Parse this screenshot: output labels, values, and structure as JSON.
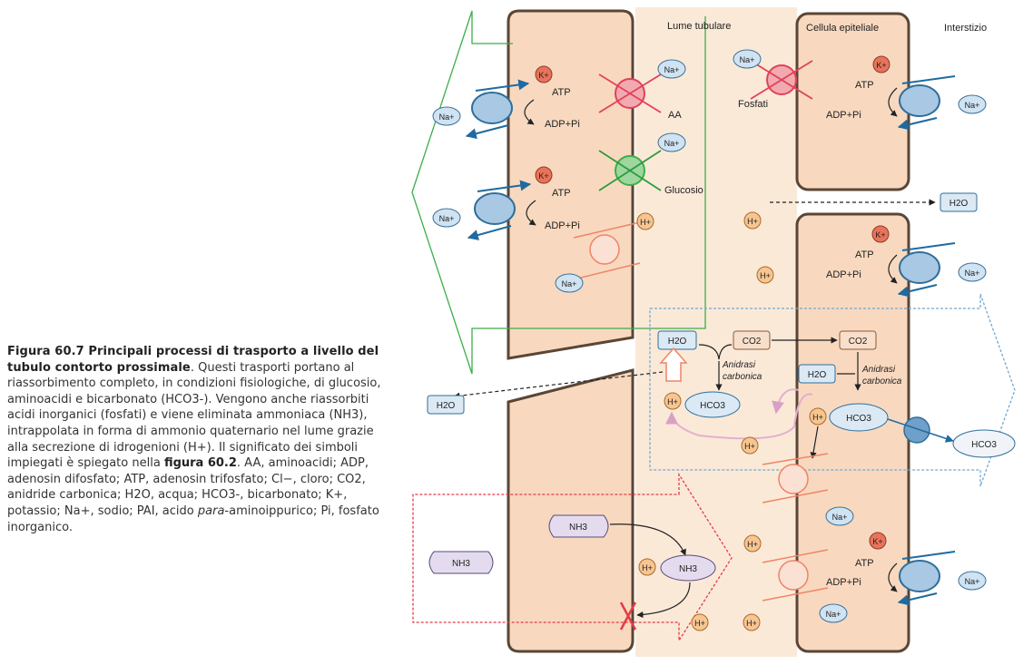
{
  "caption": {
    "heading": "Figura 60.7 Principali processi di trasporto a livello del tubulo contorto prossimale",
    "body_1": ". Questi trasporti portano al riassorbimento completo, in condizioni fisiologiche, di glucosio, aminoacidi e bicarbonato (HCO3-). Vengono anche riassorbiti acidi inorganici (fosfati) e viene eliminata ammoniaca (NH3), intrappolata in forma di ammonio quaternario nel lume grazie alla secrezione di idrogenioni (H+). Il significato dei simboli impiegati è spiegato nella ",
    "figure_ref": "figura 60.2",
    "body_2": ". AA, aminoacidi; ADP, adenosin difosfato; ATP, adenosin trifosfato; Cl−, cloro; CO2, anidride carbonica; H2O, acqua; HCO3-, bicarbonato; K+, potassio; Na+, sodio; PAI, acido ",
    "italic_word": "para",
    "body_3": "-aminoippurico; Pi, fosfato inorganico."
  },
  "headers": {
    "lumen": "Lume tubulare",
    "epithelial": "Cellula epiteliale",
    "interstitium": "Interstizio"
  },
  "labels": {
    "na": "Na+",
    "k": "K+",
    "h": "H+",
    "atp": "ATP",
    "adp": "ADP+Pi",
    "aa": "AA",
    "glucosio": "Glucosio",
    "fosfati": "Fosfati",
    "h2o": "H2O",
    "co2": "CO2",
    "hco3": "HCO3",
    "nh3": "NH3",
    "anidrasi_1": "Anidrasi",
    "anidrasi_2": "carbonica"
  },
  "colors": {
    "cell_fill": "#f8d9bf",
    "cell_stroke": "#5a4636",
    "lumen_fill": "#fbe8d6",
    "na_fill": "#cfe3f3",
    "na_stroke": "#3d6f97",
    "k_fill": "#e8735a",
    "h_fill": "#f6c591",
    "pump_fill": "#a8c8e4",
    "pump_stroke": "#2f6e9a",
    "aa_symporter": "#e2415a",
    "glucose_symporter": "#3fae49",
    "nh_fill": "#e4dcee",
    "water_fill": "#dbe9f5",
    "green_arrow": "#3cae48",
    "red_arrow": "#e43b45",
    "blue_arrow": "#73a9cf"
  }
}
